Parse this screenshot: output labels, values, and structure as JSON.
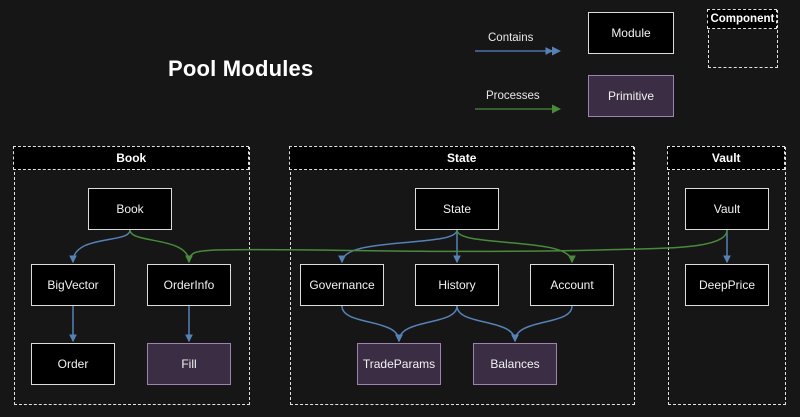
{
  "title": "Pool Modules",
  "background_color": "#161616",
  "legend": {
    "contains": {
      "label": "Contains",
      "color": "#4a72a8"
    },
    "processes": {
      "label": "Processes",
      "color": "#3f7a32"
    },
    "module": {
      "label": "Module",
      "fill": "#000000",
      "border": "#dcdcdc"
    },
    "primitive": {
      "label": "Primitive",
      "fill": "#3b2e44",
      "border": "#9d81b0"
    },
    "component": {
      "label": "Component",
      "border": "#e2e2e2"
    }
  },
  "groups": [
    {
      "id": "book",
      "label": "Book"
    },
    {
      "id": "state",
      "label": "State"
    },
    {
      "id": "vault",
      "label": "Vault"
    }
  ],
  "nodes": {
    "book": {
      "label": "Book",
      "type": "module"
    },
    "bigvector": {
      "label": "BigVector",
      "type": "module"
    },
    "orderinfo": {
      "label": "OrderInfo",
      "type": "module"
    },
    "order": {
      "label": "Order",
      "type": "module"
    },
    "fill": {
      "label": "Fill",
      "type": "primitive"
    },
    "state": {
      "label": "State",
      "type": "module"
    },
    "governance": {
      "label": "Governance",
      "type": "module"
    },
    "history": {
      "label": "History",
      "type": "module"
    },
    "account": {
      "label": "Account",
      "type": "module"
    },
    "tradeparams": {
      "label": "TradeParams",
      "type": "primitive"
    },
    "balances": {
      "label": "Balances",
      "type": "primitive"
    },
    "vault": {
      "label": "Vault",
      "type": "module"
    },
    "deepprice": {
      "label": "DeepPrice",
      "type": "module"
    }
  },
  "edges": [
    {
      "from": "book",
      "to": "bigvector",
      "kind": "contains"
    },
    {
      "from": "bigvector",
      "to": "order",
      "kind": "contains"
    },
    {
      "from": "orderinfo",
      "to": "fill",
      "kind": "contains"
    },
    {
      "from": "state",
      "to": "governance",
      "kind": "contains"
    },
    {
      "from": "state",
      "to": "history",
      "kind": "contains"
    },
    {
      "from": "governance",
      "to": "tradeparams",
      "kind": "contains"
    },
    {
      "from": "history",
      "to": "tradeparams",
      "kind": "contains"
    },
    {
      "from": "history",
      "to": "balances",
      "kind": "contains"
    },
    {
      "from": "account",
      "to": "balances",
      "kind": "contains"
    },
    {
      "from": "vault",
      "to": "deepprice",
      "kind": "contains"
    },
    {
      "from": "book",
      "to": "orderinfo",
      "kind": "processes"
    },
    {
      "from": "state",
      "to": "account",
      "kind": "processes"
    },
    {
      "from": "vault",
      "to": "orderinfo",
      "kind": "processes"
    }
  ]
}
